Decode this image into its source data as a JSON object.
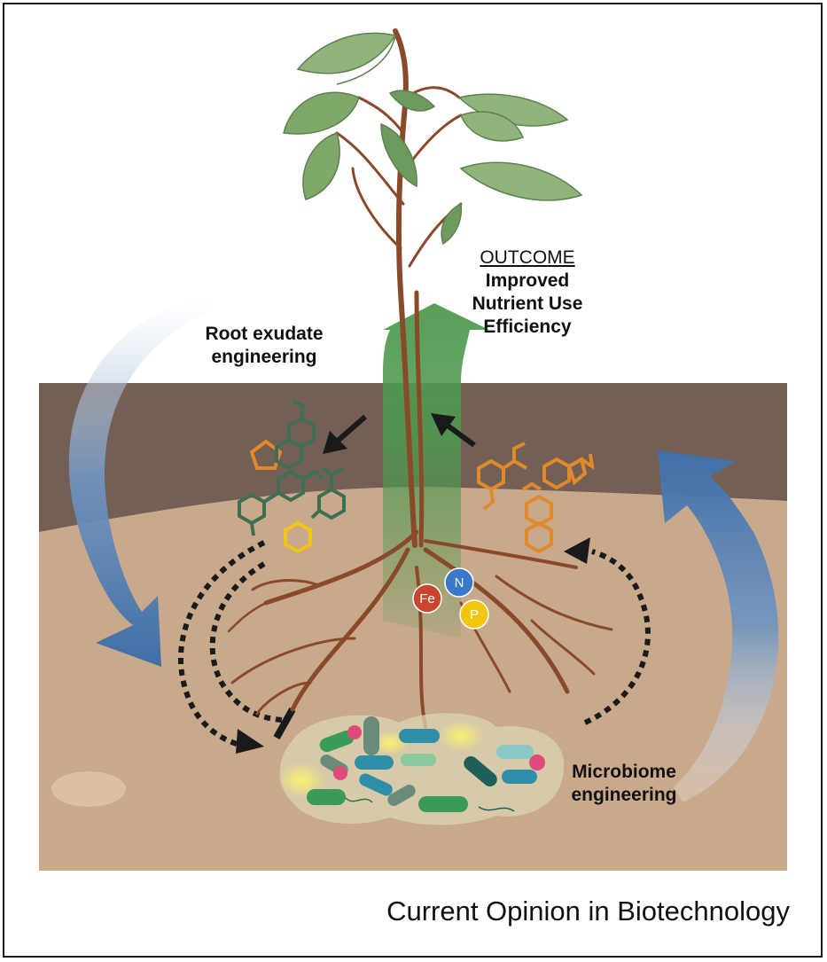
{
  "labels": {
    "outcome_heading": "OUTCOME",
    "outcome_line1": "Improved",
    "outcome_line2": "Nutrient Use",
    "outcome_line3": "Efficiency",
    "root_exudate_line1": "Root exudate",
    "root_exudate_line2": "engineering",
    "microbiome_line1": "Microbiome",
    "microbiome_line2": "engineering",
    "journal": "Current Opinion in Biotechnology"
  },
  "nutrients": [
    {
      "symbol": "Fe",
      "color": "#c9452f"
    },
    {
      "symbol": "N",
      "color": "#3a78c9"
    },
    {
      "symbol": "P",
      "color": "#f2c511"
    }
  ],
  "colors": {
    "soil_dark": "#735f55",
    "soil_light": "#c9a98c",
    "root": "#8a4a2a",
    "leaf": "#7fa86a",
    "outcome_arrow": "#4f9a4f",
    "cycle_arrow": "#3f6ea6",
    "exudate_green": "#3e6f52",
    "exudate_orange": "#e08a2c",
    "exudate_yellow": "#f2c511"
  }
}
